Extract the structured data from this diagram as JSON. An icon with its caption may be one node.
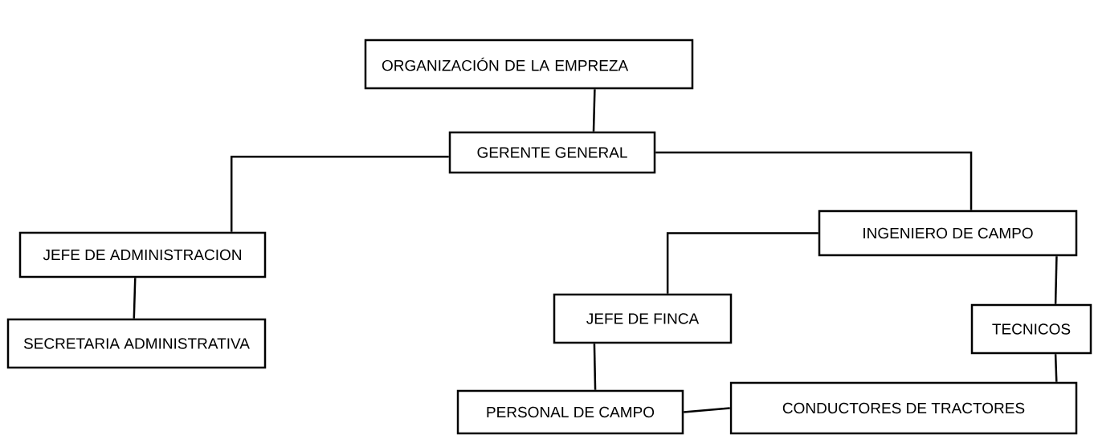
{
  "diagram": {
    "nodes": [
      {
        "text": [
          "ORGANIZACIÓN DE LA EMPREZA"
        ]
      },
      {
        "text": [
          "GERENTE GENERAL"
        ]
      },
      {
        "text": [
          "JEFE DE ADMINISTRACION"
        ]
      },
      {
        "text": [
          "SECRETARIA ADMINISTRATIVA"
        ]
      },
      {
        "text": [
          "INGENIERO DE CAMPO"
        ]
      },
      {
        "text": [
          "JEFE DE FINCA"
        ]
      },
      {
        "text": [
          "TECNICOS"
        ]
      },
      {
        "text": [
          "PERSONAL DE CAMPO"
        ]
      },
      {
        "text": [
          "CONDUCTORES DE TRACTORES"
        ]
      }
    ],
    "edges": [
      {
        "from": 0,
        "to": 1,
        "arrow": "none"
      },
      {
        "from": 1,
        "to": 2,
        "arrow": "none"
      },
      {
        "from": 2,
        "to": 3,
        "arrow": "none"
      },
      {
        "from": 1,
        "to": 4,
        "arrow": "none"
      },
      {
        "from": 4,
        "to": 5,
        "arrow": "none"
      },
      {
        "from": 4,
        "to": 6,
        "arrow": "none"
      },
      {
        "from": 5,
        "to": 7,
        "arrow": "none"
      },
      {
        "from": 6,
        "to": 8,
        "arrow": "none"
      },
      {
        "from": 7,
        "to": 8,
        "arrow": "none"
      }
    ]
  }
}
